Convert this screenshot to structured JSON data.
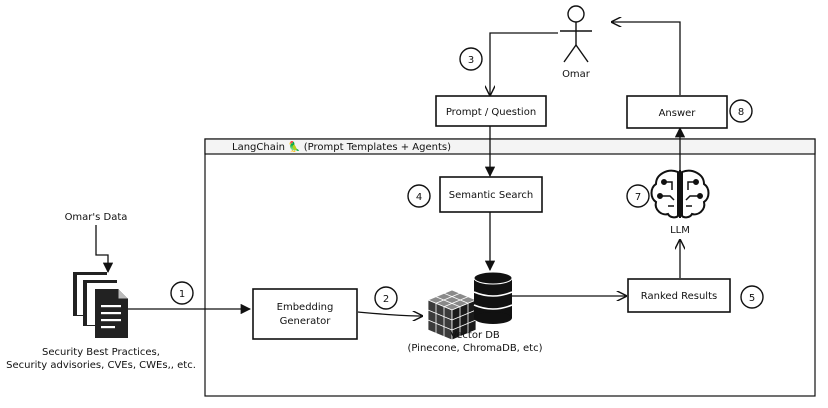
{
  "labels": {
    "user": "Omar",
    "omar_data": "Omar's Data",
    "prompt": "Prompt / Question",
    "answer": "Answer",
    "langchain": "LangChain 🦜 (Prompt Templates + Agents)",
    "semantic_search": "Semantic Search",
    "embedding_line1": "Embedding",
    "embedding_line2": "Generator",
    "vector_db": "Vector DB",
    "vector_db_sub": "(Pinecone, ChromaDB, etc)",
    "ranked": "Ranked Results",
    "llm": "LLM",
    "docs_line1": "Security Best Practices,",
    "docs_line2": "Security advisories, CVEs, CWEs,, etc."
  },
  "steps": [
    "1",
    "2",
    "3",
    "4",
    "5",
    "7",
    "8"
  ],
  "colors": {
    "stroke": "#111111",
    "cube_front": "#3a3a3a",
    "cube_top": "#8a8a8a",
    "cube_side": "#1a1a1a",
    "langchain_bar": "#f4f4f4"
  }
}
